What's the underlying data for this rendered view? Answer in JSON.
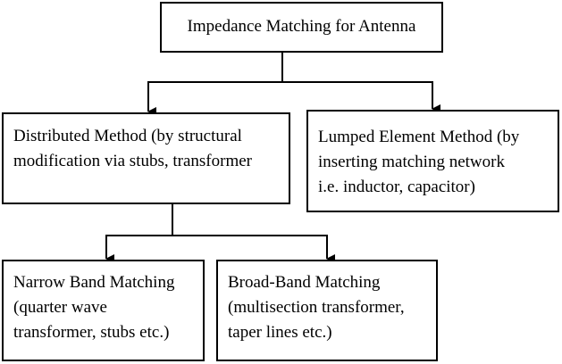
{
  "diagram": {
    "root": {
      "lines": [
        "Impedance Matching  for Antenna"
      ]
    },
    "distributed": {
      "lines": [
        "Distributed Method (by structural",
        "modification via stubs, transformer"
      ]
    },
    "lumped": {
      "lines": [
        "Lumped Element Method (by",
        "inserting matching network",
        "i.e. inductor, capacitor)"
      ]
    },
    "narrow": {
      "lines": [
        "Narrow Band Matching",
        "(quarter wave",
        "transformer, stubs etc.)"
      ]
    },
    "broad": {
      "lines": [
        "Broad-Band Matching",
        "(multisection transformer,",
        "taper lines etc.)"
      ]
    },
    "line_color": "#000000"
  }
}
